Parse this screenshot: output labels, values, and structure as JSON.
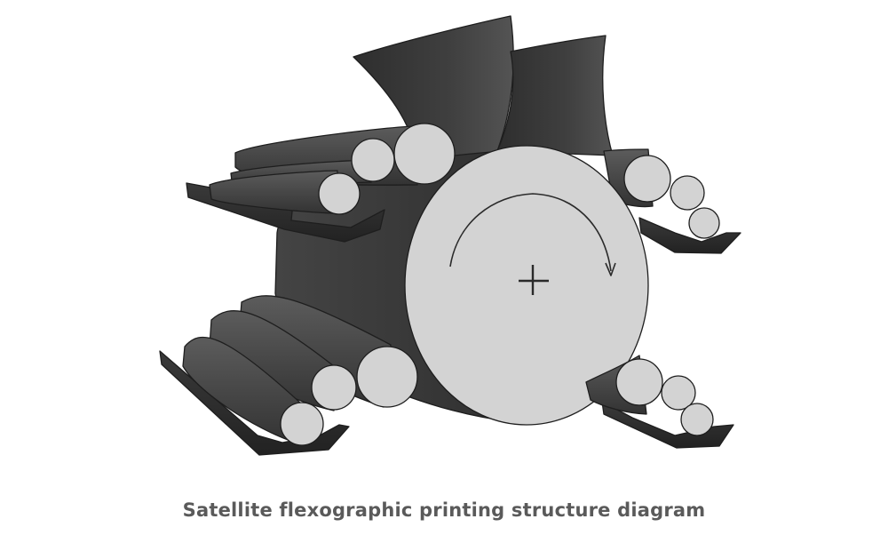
{
  "caption": "Satellite flexographic printing structure diagram",
  "diagram": {
    "central_cylinder": {
      "rotation": "clockwise",
      "center_marker": "plus"
    },
    "printing_units": [
      {
        "id": "upper-left",
        "rollers": 3,
        "has_ink_tray": true
      },
      {
        "id": "upper-right",
        "rollers": 3,
        "has_ink_tray": true
      },
      {
        "id": "lower-left",
        "rollers": 3,
        "has_ink_tray": true
      },
      {
        "id": "lower-right",
        "rollers": 3,
        "has_ink_tray": true
      }
    ],
    "web_sheets": 2,
    "colors": {
      "dark_body": "#4a4a4a",
      "roller_end": "#d3d3d3",
      "outline": "#1e1e1e",
      "background": "#ffffff"
    }
  }
}
